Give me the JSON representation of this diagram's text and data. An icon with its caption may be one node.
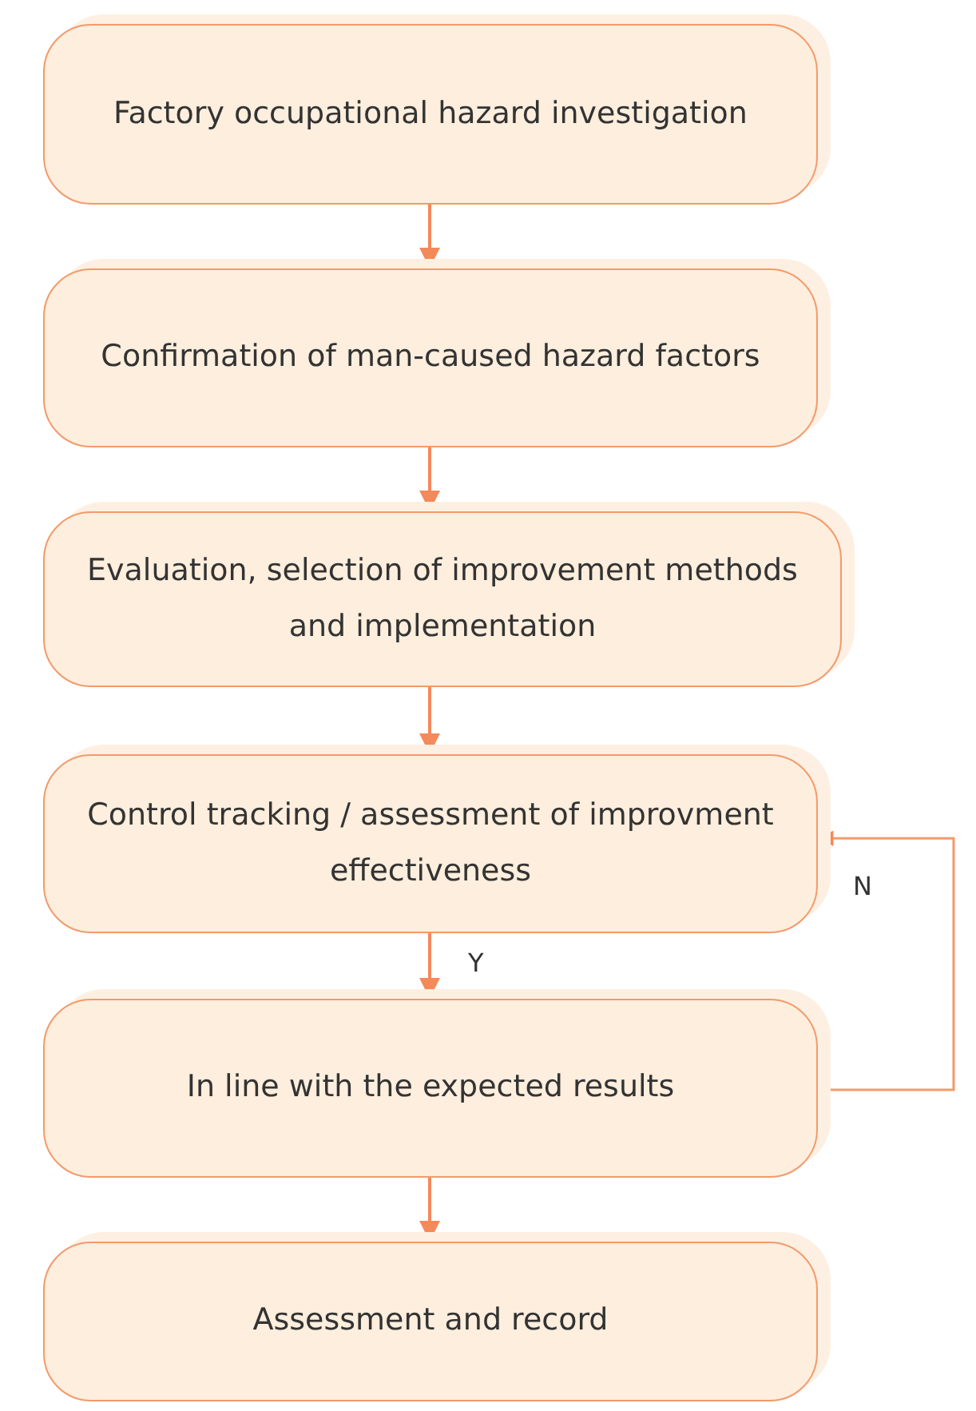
{
  "diagram": {
    "nodes": [
      {
        "text": [
          "Factory occupational hazard investigation"
        ]
      },
      {
        "text": [
          "Confirmation of man-caused hazard factors"
        ]
      },
      {
        "text": [
          "Evaluation, selection of improvement methods and implementation"
        ]
      },
      {
        "text": [
          "Control tracking / assessment of improvment effectiveness"
        ]
      },
      {
        "text": [
          "In line with the expected results"
        ]
      },
      {
        "text": [
          "Assessment and record"
        ]
      }
    ],
    "edges": [
      {
        "from": 0,
        "to": 1,
        "arrow": "to"
      },
      {
        "from": 1,
        "to": 2,
        "arrow": "to"
      },
      {
        "from": 2,
        "to": 3,
        "arrow": "to"
      },
      {
        "from": 3,
        "to": 4,
        "arrow": "to",
        "label": "Y"
      },
      {
        "from": 4,
        "to": 3,
        "arrow": "to",
        "label": "N"
      },
      {
        "from": 4,
        "to": 5,
        "arrow": "to"
      }
    ]
  }
}
